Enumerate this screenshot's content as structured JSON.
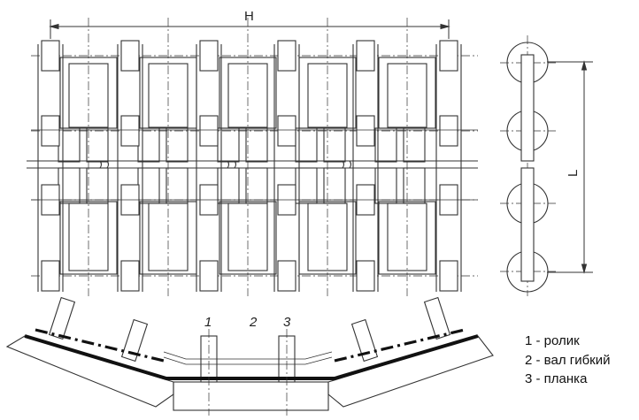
{
  "dimensions": {
    "width_label": "H",
    "length_label": "L"
  },
  "section_numbers": [
    "1",
    "2",
    "3"
  ],
  "legend": [
    {
      "num": "1",
      "text": "1 - ролик"
    },
    {
      "num": "2",
      "text": "2 - вал гибкий"
    },
    {
      "num": "3",
      "text": "3 - планка"
    }
  ],
  "colors": {
    "line": "#333333",
    "belt": "#111111",
    "background": "#ffffff"
  }
}
